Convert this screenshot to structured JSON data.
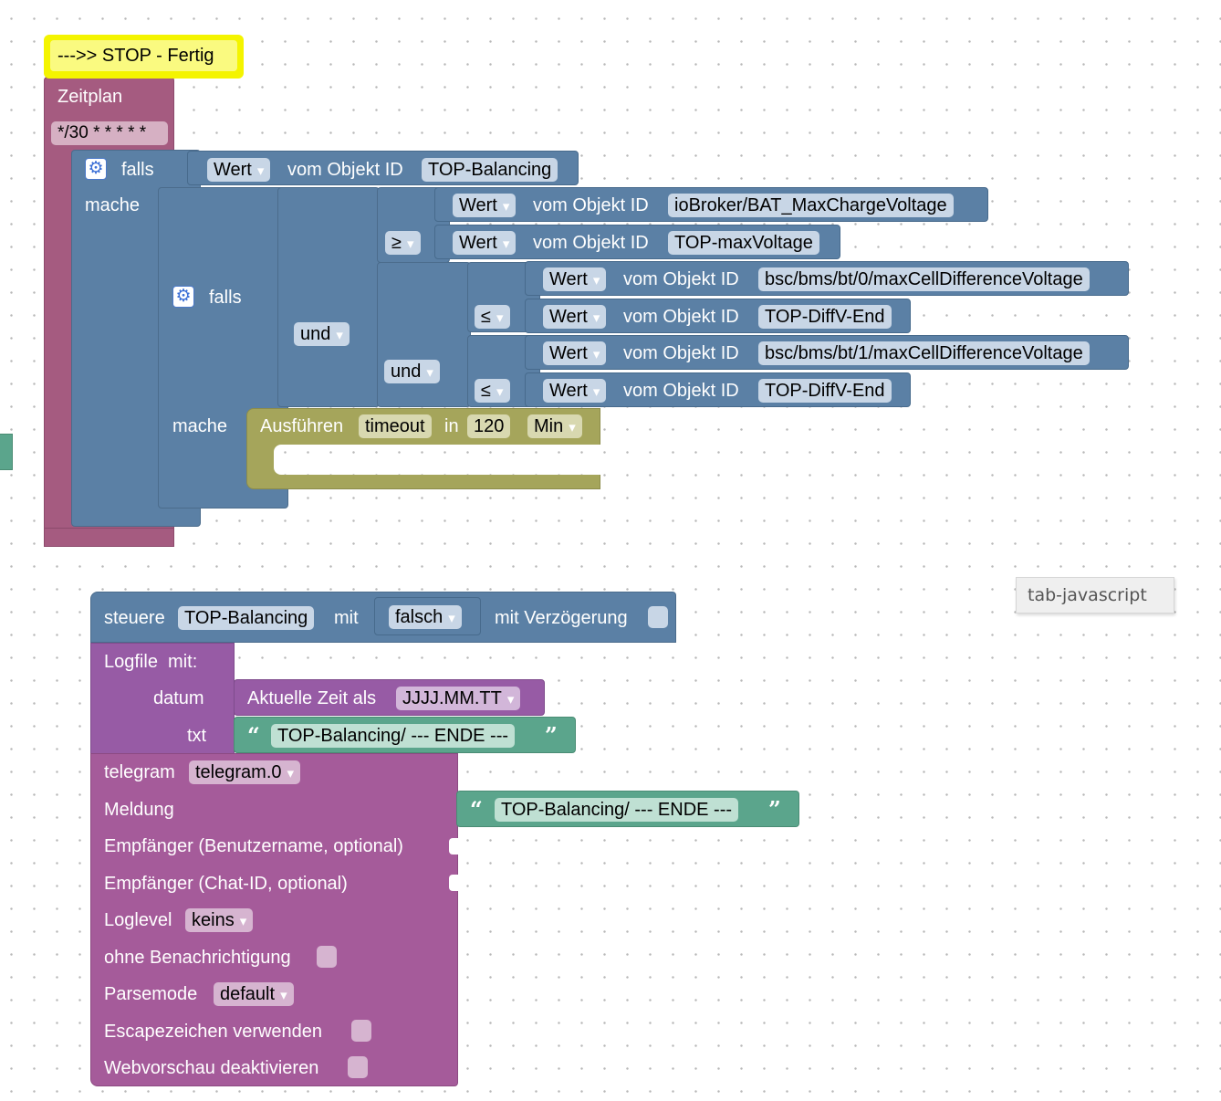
{
  "schedule_block": {
    "comment": "--->> STOP - Fertig",
    "title": "Zeitplan",
    "cron": "*/30 * * * * *"
  },
  "if_outer": {
    "label_if": "falls",
    "label_do": "mache",
    "getvalue": {
      "mode": "Wert",
      "label": "vom Objekt ID",
      "object": "TOP-Balancing"
    }
  },
  "if_inner": {
    "label_if": "falls",
    "label_do": "mache",
    "and1": "und",
    "and2": "und",
    "compare1": {
      "op": "≥",
      "left": {
        "mode": "Wert",
        "label": "vom Objekt ID",
        "object": "ioBroker/BAT_MaxChargeVoltage"
      },
      "right": {
        "mode": "Wert",
        "label": "vom Objekt ID",
        "object": "TOP-maxVoltage"
      }
    },
    "compare2": {
      "op": "≤",
      "left": {
        "mode": "Wert",
        "label": "vom Objekt ID",
        "object": "bsc/bms/bt/0/maxCellDifferenceVoltage"
      },
      "right": {
        "mode": "Wert",
        "label": "vom Objekt ID",
        "object": "TOP-DiffV-End"
      }
    },
    "compare3": {
      "op": "≤",
      "left": {
        "mode": "Wert",
        "label": "vom Objekt ID",
        "object": "bsc/bms/bt/1/maxCellDifferenceVoltage"
      },
      "right": {
        "mode": "Wert",
        "label": "vom Objekt ID",
        "object": "TOP-DiffV-End"
      }
    }
  },
  "timeout_block": {
    "label": "Ausführen",
    "name": "timeout",
    "label_in": "in",
    "value": "120",
    "unit": "Min"
  },
  "control_block": {
    "label": "steuere",
    "object": "TOP-Balancing",
    "label_with": "mit",
    "value": "falsch",
    "label_delay": "mit Verzögerung"
  },
  "logfile_block": {
    "title": "Logfile  mit:",
    "label_date": "datum",
    "date_label": "Aktuelle Zeit als",
    "date_format": "JJJJ.MM.TT",
    "label_txt": "txt",
    "txt": "TOP-Balancing/ --- ENDE ---"
  },
  "telegram_block": {
    "label": "telegram",
    "instance": "telegram.0",
    "label_message": "Meldung",
    "message": "TOP-Balancing/ --- ENDE ---",
    "label_user": "Empfänger (Benutzername, optional)",
    "label_chat": "Empfänger (Chat-ID, optional)",
    "label_loglevel": "Loglevel",
    "loglevel": "keins",
    "label_silent": "ohne Benachrichtigung",
    "label_parsemode": "Parsemode",
    "parsemode": "default",
    "label_escape": "Escapezeichen verwenden",
    "label_preview": "Webvorschau deaktivieren"
  },
  "tooltip": "tab-javascript"
}
